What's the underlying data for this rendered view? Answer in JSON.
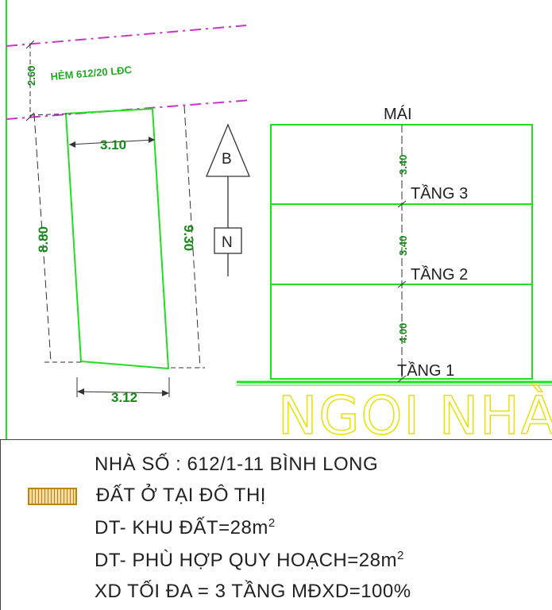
{
  "site_plan": {
    "road_label": "HẺM 612/20 LĐC",
    "road_width": "2.60",
    "dim_top": "3.10",
    "dim_bottom": "3.12",
    "dim_left": "8.80",
    "dim_right": "9.30",
    "north_arrow": {
      "top": "B",
      "bottom": "N"
    }
  },
  "elevation": {
    "roof_label": "MÁI",
    "floors": [
      {
        "label": "TẦNG 3",
        "height": "3.40"
      },
      {
        "label": "TẦNG 2",
        "height": "3.40"
      },
      {
        "label": "TẦNG 1",
        "height": "4.00"
      }
    ],
    "watermark": "NGOI NHÀ"
  },
  "legend": {
    "address": "NHÀ SỐ : 612/1-11 BÌNH LONG",
    "land_type": "ĐẤT Ở TẠI ĐÔ THỊ",
    "area_land_prefix": "DT- KHU ĐẤT=28m",
    "area_plan_prefix": "DT- PHÙ HỢP QUY HOẠCH=28m",
    "area_exp": "2",
    "max_build": "XD TỐI ĐA = 3 TẦNG MĐXD=100%"
  },
  "colors": {
    "plan_line": "#22dd22",
    "road_line": "#cc33cc",
    "dim_text": "#1a8a1a",
    "hatch": "#b8860b",
    "watermark": "#e8e200"
  }
}
